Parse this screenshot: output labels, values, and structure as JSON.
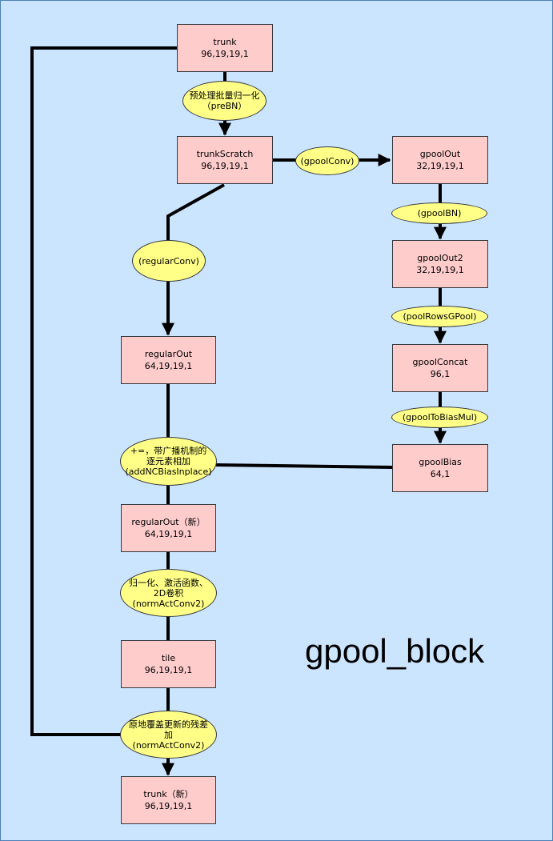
{
  "title": "gpool_block",
  "nodes": {
    "trunk": {
      "name": "trunk",
      "shape": "96,19,19,1"
    },
    "trunkScratch": {
      "name": "trunkScratch",
      "shape": "96,19,19,1"
    },
    "gpoolOut": {
      "name": "gpoolOut",
      "shape": "32,19,19,1"
    },
    "gpoolOut2": {
      "name": "gpoolOut2",
      "shape": "32,19,19,1"
    },
    "gpoolConcat": {
      "name": "gpoolConcat",
      "shape": "96,1"
    },
    "gpoolBias": {
      "name": "gpoolBias",
      "shape": "64,1"
    },
    "regularOut": {
      "name": "regularOut",
      "shape": "64,19,19,1"
    },
    "regularOutNew": {
      "name": "regularOut（新）",
      "shape": "64,19,19,1"
    },
    "tile": {
      "name": "tile",
      "shape": "96,19,19,1"
    },
    "trunkNew": {
      "name": "trunk（新）",
      "shape": "96,19,19,1"
    }
  },
  "ops": {
    "preBN": "预处理批量归一化\n（preBN）",
    "gpoolConv": "(gpoolConv)",
    "gpoolBN": "(gpoolBN)",
    "poolRowsGPool": "(poolRowsGPool)",
    "gpoolToBiasMul": "(gpoolToBiasMul)",
    "regularConv": "(regularConv)",
    "addNCBias": "+=，带广播机制的\n逐元素相加\n(addNCBiasInplace)",
    "normActConv2": "归一化、激活函数、\n2D卷积\n(normActConv2)",
    "residual": "原地覆盖更新的残差\n加\n(normActConv2)"
  },
  "colors": {
    "background": "#cce5ff",
    "box_fill": "#ffcccc",
    "op_fill": "#ffff88",
    "edge": "#000000"
  }
}
